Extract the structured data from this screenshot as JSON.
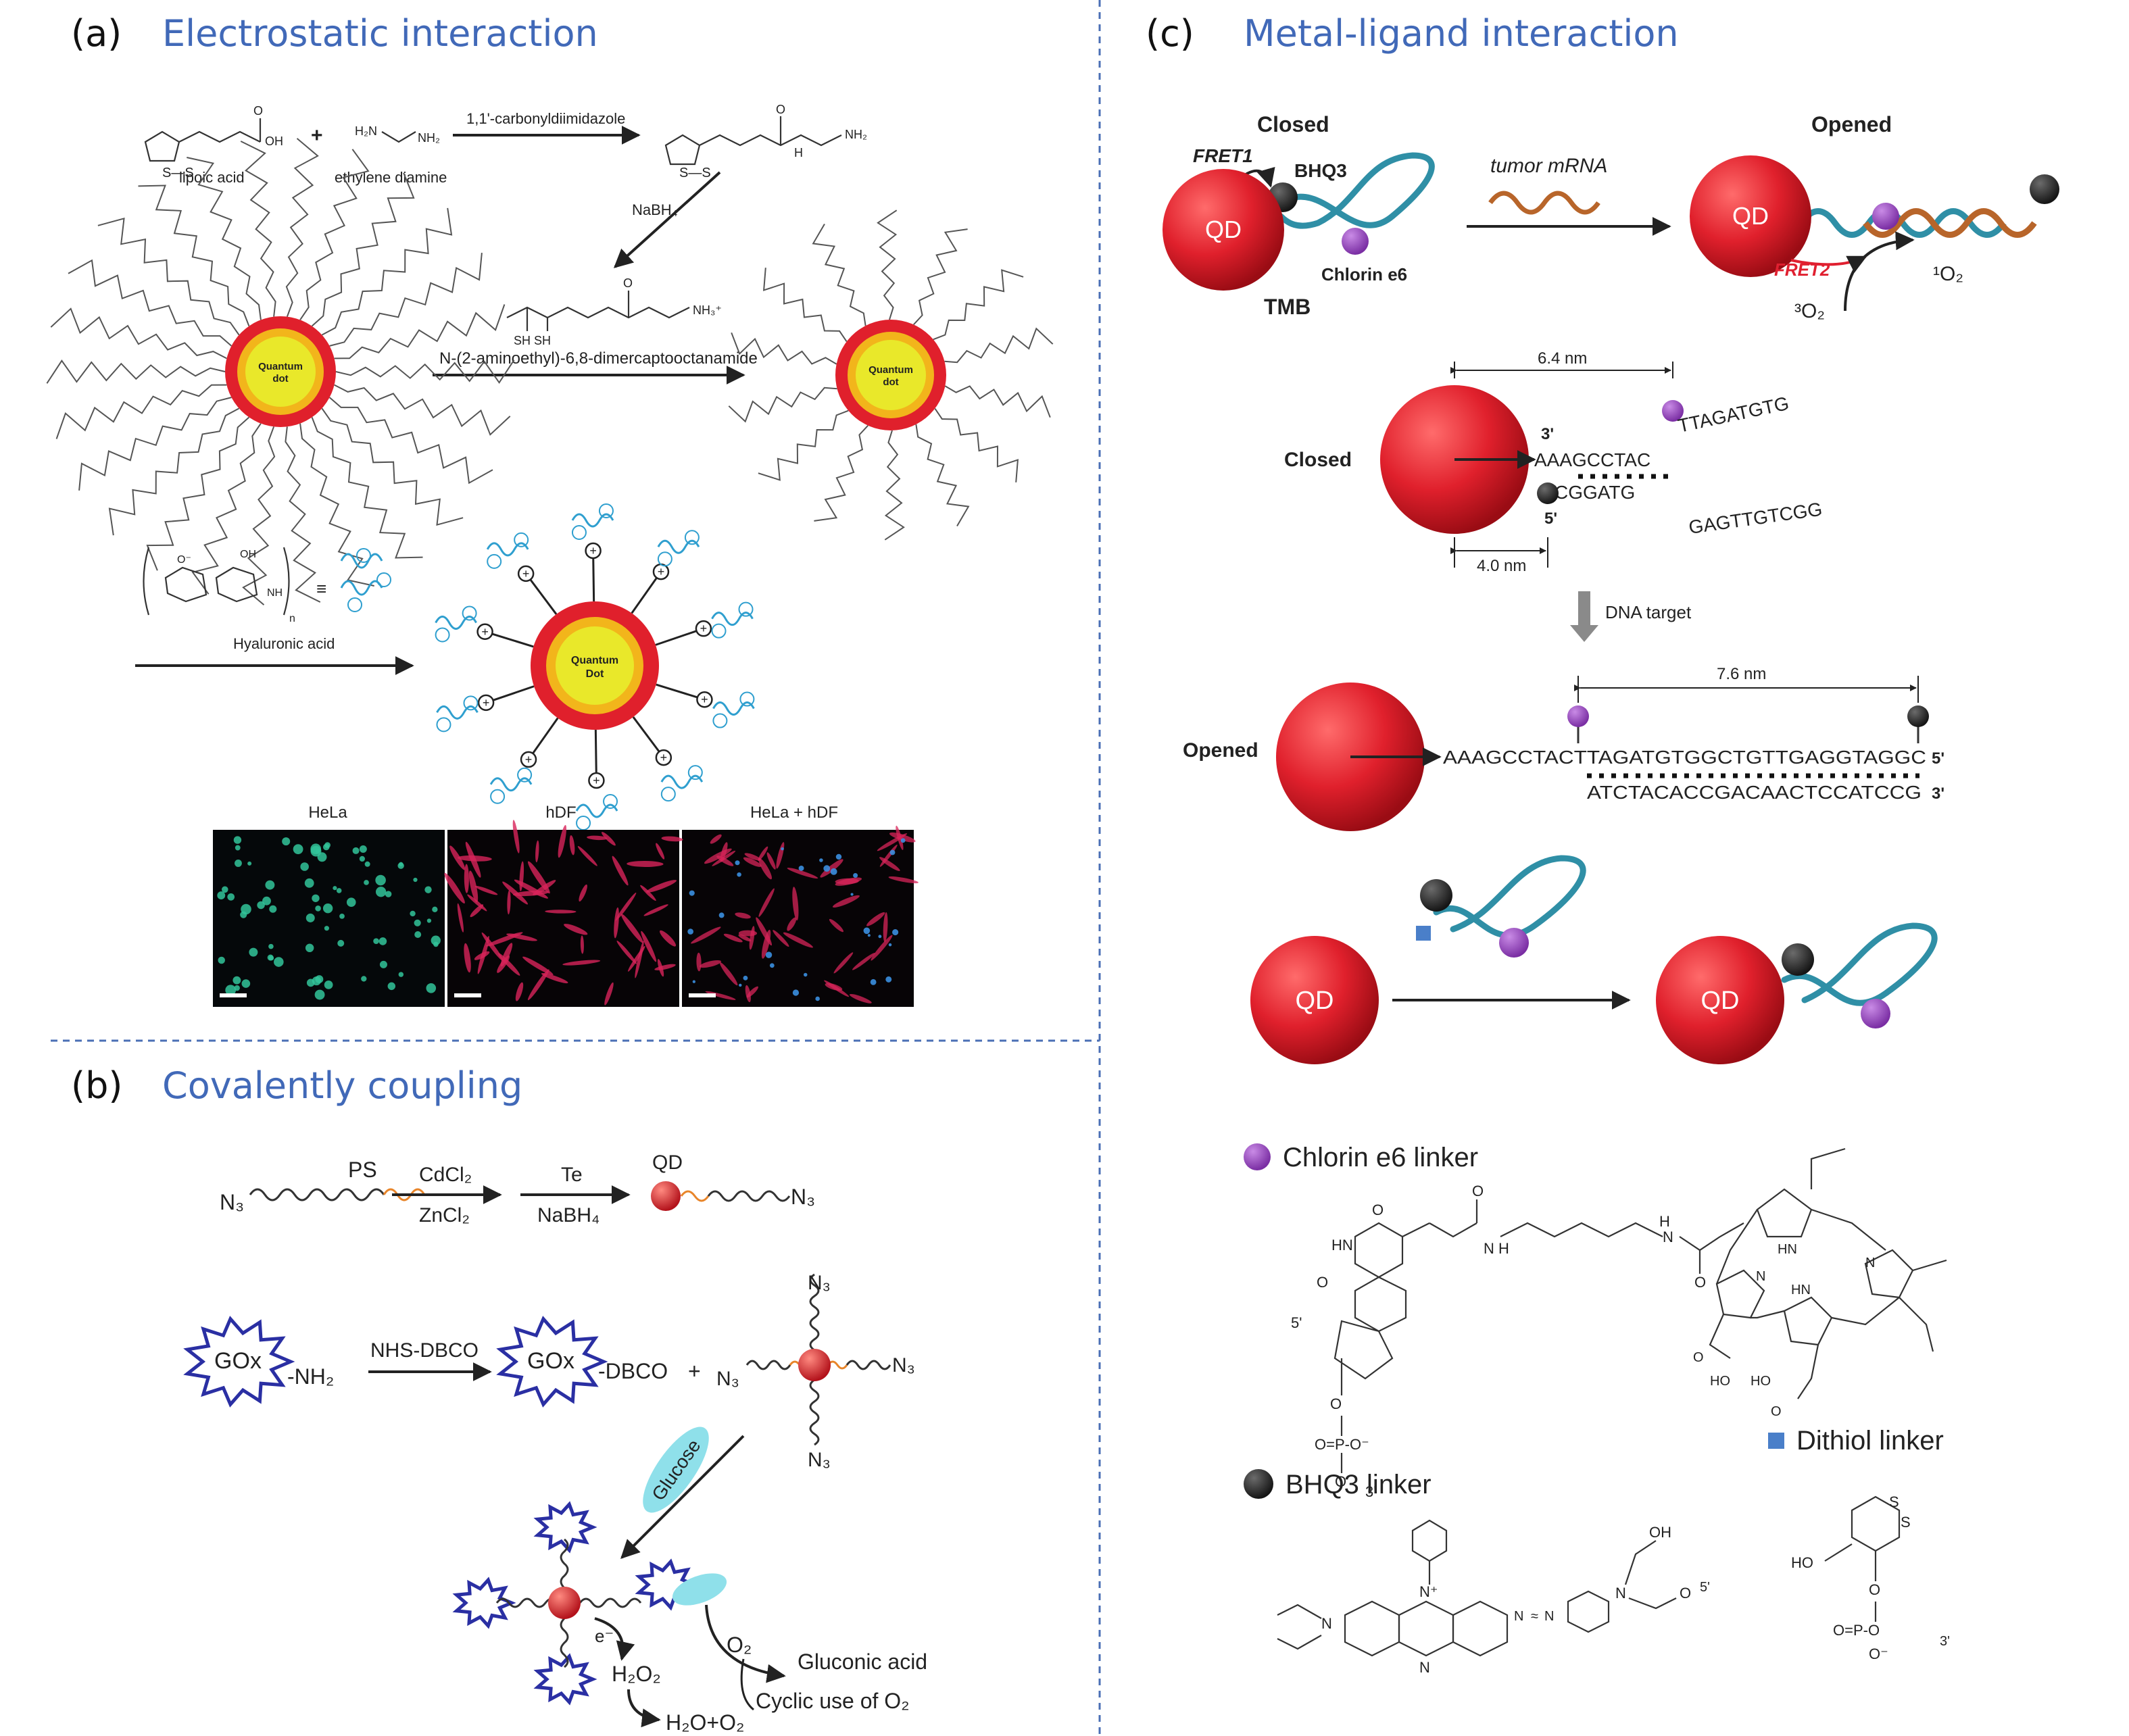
{
  "panels": {
    "a": {
      "letter": "(a)",
      "title": "Electrostatic interaction",
      "chem": {
        "lipoic_acid": "lipoic acid",
        "plus": "+",
        "ethylene_diamine": "ethylene diamine",
        "reagent": "1,1'-carbonyldiimidazole",
        "reductant": "NaBH₄",
        "product": "N-(2-aminoethyl)-6,8-dimercaptooctanamide",
        "qd_label": "Quantum dot",
        "hyaluronic_acid": "Hyaluronic acid",
        "equiv": "≡"
      },
      "micrographs": [
        {
          "label": "HeLa",
          "tone": "#33c49a"
        },
        {
          "label": "hDF",
          "tone": "#d8245a"
        },
        {
          "label": "HeLa + hDF",
          "tone": "#d8245a"
        }
      ]
    },
    "b": {
      "letter": "(b)",
      "title": "Covalently coupling",
      "labels": {
        "n3": "N₃",
        "ps": "PS",
        "cdcl2": "CdCl₂",
        "zncl2": "ZnCl₂",
        "te": "Te",
        "nabh4": "NaBH₄",
        "qd": "QD",
        "gox": "GOx",
        "nh2": "-NH₂",
        "nhs_dbco": "NHS-DBCO",
        "dbco": "-DBCO",
        "plus": "+",
        "glucose": "Glucose",
        "electron": "e⁻",
        "h2o2": "H₂O₂",
        "o2": "O₂",
        "gluconic_acid": "Gluconic acid",
        "cyclic": "Cyclic use of O₂",
        "water": "H₂O+O₂"
      }
    },
    "c": {
      "letter": "(c)",
      "title": "Metal-ligand interaction",
      "labels": {
        "closed": "Closed",
        "opened": "Opened",
        "fret1": "FRET1",
        "fret2": "FRET2",
        "bhq3": "BHQ3",
        "chlorin_e6": "Chlorin e6",
        "tmb": "TMB",
        "tumor_mrna": "tumor mRNA",
        "qd": "QD",
        "singlet_o2": "¹O₂",
        "triplet_o2": "³O₂",
        "dist_64": "6.4 nm",
        "dist_40": "4.0 nm",
        "dist_76": "7.6 nm",
        "dna_target": "DNA target",
        "three_prime": "3'",
        "five_prime": "5'",
        "closed_top": "AAAGCCTAC",
        "closed_bottom": "CGGATG",
        "loop_top": "TTAGATGTG",
        "loop_bottom": "GAGTTGTCGG",
        "opened_top": "AAAGCCTACTTAGATGTGGCTGTTGAGGTAGGC",
        "opened_bottom": "ATCTACACCGACAACTCCATCCG",
        "chlorin_linker": "Chlorin e6 linker",
        "dithiol_linker": "Dithiol linker",
        "bhq3_linker": "BHQ3 linker"
      },
      "colors": {
        "qd": "#e0202c",
        "strand": "#2f8fa6",
        "chlorin": "#8e3fb5",
        "bhq": "#2b2b2b",
        "dithiol": "#4a7fc9",
        "mrna": "#b8652a"
      }
    }
  }
}
